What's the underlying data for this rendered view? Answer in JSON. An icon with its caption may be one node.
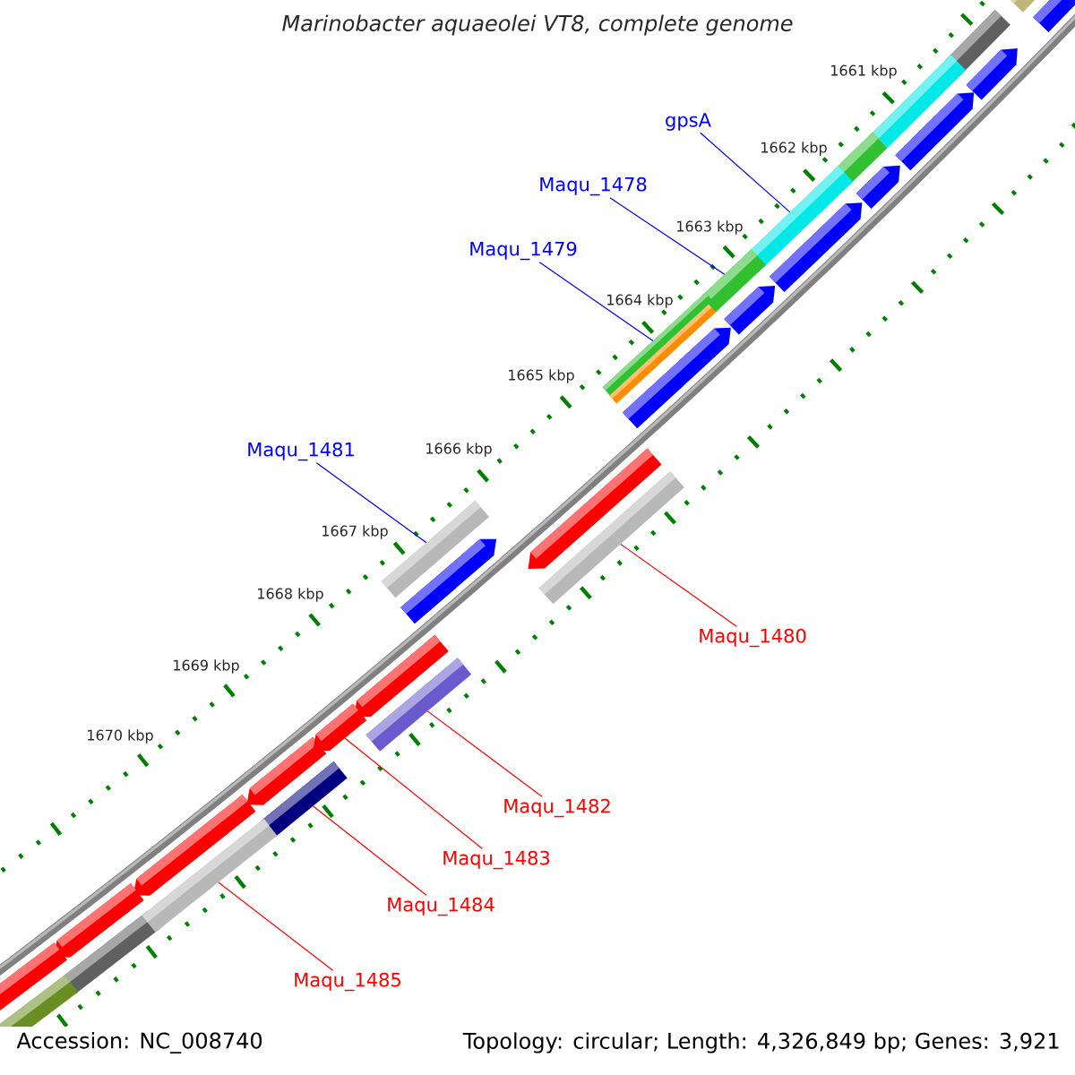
{
  "diagram": {
    "title": "Marinobacter aquaeolei VT8, complete genome",
    "nodes": [
      {
        "text": [
          "gpsA"
        ]
      },
      {
        "text": [
          "Maqu_1478"
        ]
      },
      {
        "text": [
          "Maqu_1479"
        ]
      },
      {
        "text": [
          "Maqu_1481"
        ]
      },
      {
        "text": [
          "Maqu_1480"
        ]
      },
      {
        "text": [
          "Maqu_1482"
        ]
      },
      {
        "text": [
          "Maqu_1483"
        ]
      },
      {
        "text": [
          "Maqu_1484"
        ]
      },
      {
        "text": [
          "Maqu_1485"
        ]
      },
      {
        "text": [],
        "shape": "bar"
      },
      {
        "text": [],
        "shape": "bar"
      },
      {
        "text": [],
        "shape": "bar"
      },
      {
        "text": [],
        "shape": "bar"
      },
      {
        "text": [],
        "shape": "bar"
      },
      {
        "text": [],
        "shape": "bar"
      },
      {
        "text": [],
        "shape": "bar"
      },
      {
        "text": [],
        "shape": "bar"
      },
      {
        "text": [],
        "shape": "bar"
      }
    ],
    "edges": [
      {
        "from": 0,
        "to": 9,
        "arrow": "none",
        "color": "#0000ff"
      },
      {
        "from": 1,
        "to": 10,
        "arrow": "none",
        "color": "#0000ff"
      },
      {
        "from": 2,
        "to": 11,
        "arrow": "none",
        "color": "#0000ff"
      },
      {
        "from": 3,
        "to": 12,
        "arrow": "none",
        "color": "#0000ff"
      },
      {
        "from": 4,
        "to": 13,
        "arrow": "none"
      },
      {
        "from": 5,
        "to": 14,
        "arrow": "none"
      },
      {
        "from": 6,
        "to": 15,
        "arrow": "none"
      },
      {
        "from": 7,
        "to": 16,
        "arrow": "none"
      },
      {
        "from": 8,
        "to": 17,
        "arrow": "none"
      }
    ],
    "labels": [
      "1661 kbp",
      "1662 kbp",
      "1663 kbp",
      "1664 kbp",
      "1665 kbp",
      "1666 kbp",
      "1667 kbp",
      "1668 kbp",
      "1669 kbp",
      "1670 kbp",
      "Accession: NC_008740",
      "Topology: circular; Length: 4,326,849 bp; Genes: 3,921"
    ]
  }
}
